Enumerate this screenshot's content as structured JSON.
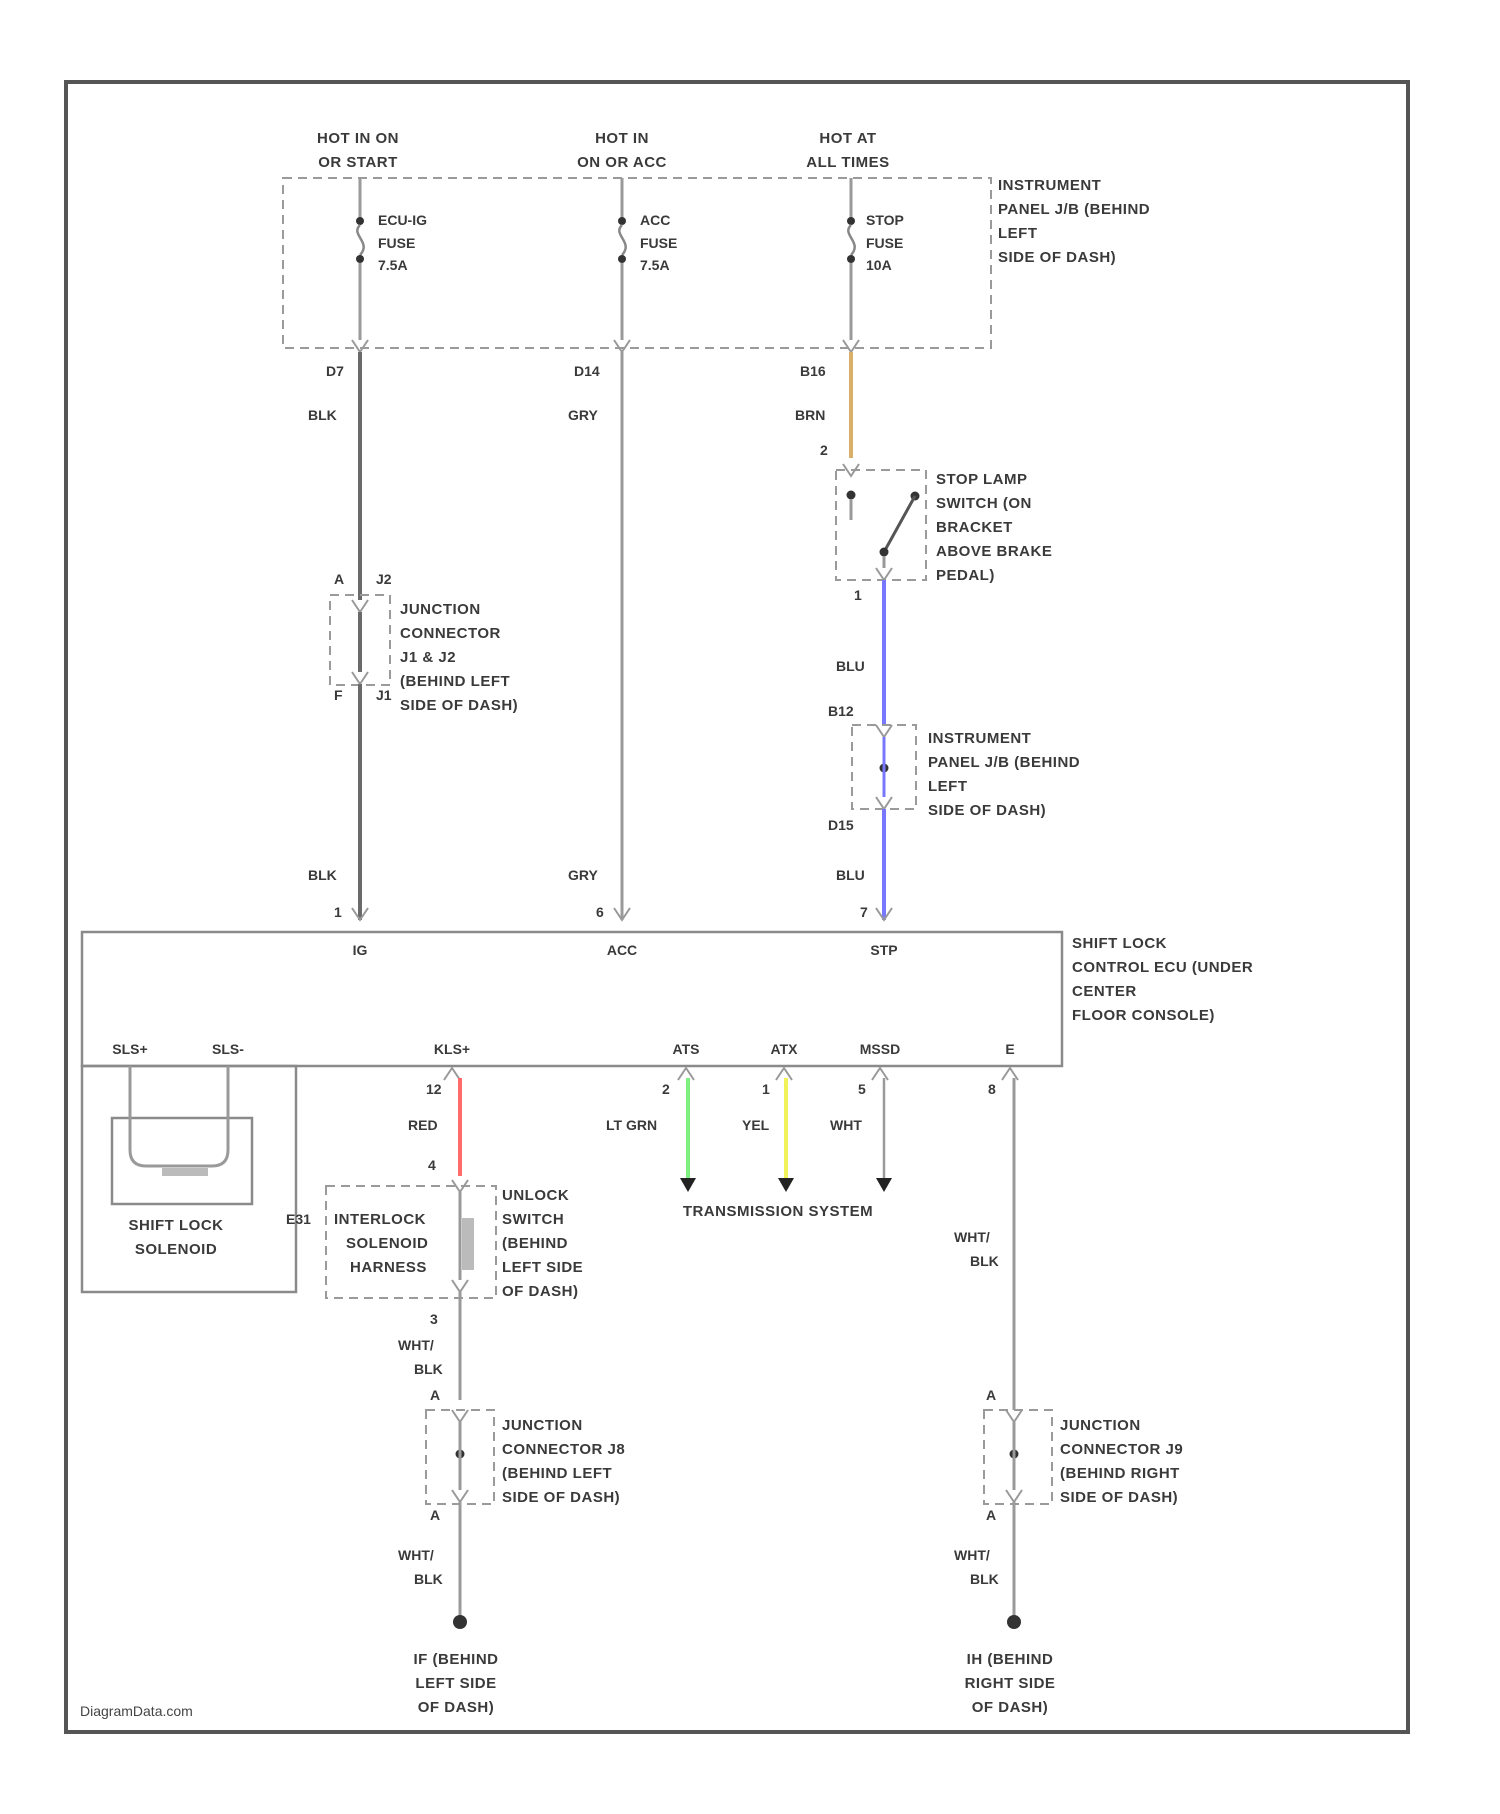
{
  "diagram": {
    "sources": [
      {
        "hot": "HOT IN ON",
        "hot2": "OR START",
        "fuse": "ECU-IG",
        "fuse2": "FUSE",
        "fuse3": "7.5A",
        "pin": "D7",
        "wire": "BLK"
      },
      {
        "hot": "HOT IN",
        "hot2": "ON OR ACC",
        "fuse": "ACC",
        "fuse2": "FUSE",
        "fuse3": "7.5A",
        "pin": "D14",
        "wire": "GRY"
      },
      {
        "hot": "HOT AT",
        "hot2": "ALL TIMES",
        "fuse": "STOP",
        "fuse2": "FUSE",
        "fuse3": "10A",
        "pin": "B16",
        "wire": "BRN"
      }
    ],
    "instrument_jb": {
      "l1": "INSTRUMENT",
      "l2": "PANEL J/B (BEHIND",
      "l3": "LEFT",
      "l4": "SIDE OF DASH)"
    },
    "stop_lamp": {
      "pin_top": "2",
      "pin_bot": "1",
      "l1": "STOP LAMP",
      "l2": "SWITCH (ON",
      "l3": "BRACKET",
      "l4": "ABOVE BRAKE",
      "l5": "PEDAL)",
      "wire": "BLU"
    },
    "jb2": {
      "pin_top": "B12",
      "pin_bot": "D15",
      "l1": "INSTRUMENT",
      "l2": "PANEL J/B (BEHIND",
      "l3": "LEFT",
      "l4": "SIDE OF DASH)",
      "wire": "BLU"
    },
    "junction1": {
      "pin_top": "A",
      "pin_top2": "J2",
      "pin_bot": "F",
      "pin_bot2": "J1",
      "l1": "JUNCTION",
      "l2": "CONNECTOR",
      "l3": "J1 & J2",
      "l4": "(BEHIND LEFT",
      "l5": "SIDE OF DASH)"
    },
    "ecu_top": {
      "w1": "BLK",
      "p1": "1",
      "n1": "IG",
      "w2": "GRY",
      "p2": "6",
      "n2": "ACC",
      "w3": "BLU",
      "p3": "7",
      "n3": "STP"
    },
    "ecu": {
      "l1": "SHIFT LOCK",
      "l2": "CONTROL ECU (UNDER",
      "l3": "CENTER",
      "l4": "FLOOR CONSOLE)"
    },
    "ecu_bottom": {
      "a": "SLS+",
      "b": "SLS-",
      "c": "KLS+",
      "d": "ATS",
      "e": "ATX",
      "f": "MSSD",
      "g": "E"
    },
    "solenoid": {
      "l1": "SHIFT LOCK",
      "l2": "SOLENOID"
    },
    "kls": {
      "pin": "12",
      "wire": "RED",
      "pin2": "4"
    },
    "trans": {
      "p1": "2",
      "w1": "LT GRN",
      "p2": "1",
      "w2": "YEL",
      "p3": "5",
      "w3": "WHT",
      "label": "TRANSMISSION SYSTEM"
    },
    "e_pin": {
      "pin": "8",
      "w1": "WHT/",
      "w2": "BLK"
    },
    "interlock": {
      "id": "E31",
      "l1": "INTERLOCK",
      "l2": "SOLENOID",
      "l3": "HARNESS",
      "r1": "UNLOCK",
      "r2": "SWITCH",
      "r3": "(BEHIND",
      "r4": "LEFT SIDE",
      "r5": "OF DASH)",
      "pin": "3",
      "w1": "WHT/",
      "w2": "BLK"
    },
    "j8": {
      "pin_top": "A",
      "pin_bot": "A",
      "l1": "JUNCTION",
      "l2": "CONNECTOR J8",
      "l3": "(BEHIND LEFT",
      "l4": "SIDE OF DASH)",
      "w1": "WHT/",
      "w2": "BLK"
    },
    "j9": {
      "pin_top": "A",
      "pin_bot": "A",
      "l1": "JUNCTION",
      "l2": "CONNECTOR J9",
      "l3": "(BEHIND RIGHT",
      "l4": "SIDE OF DASH)",
      "w1": "WHT/",
      "w2": "BLK"
    },
    "ground_left": {
      "l1": "IF (BEHIND",
      "l2": "LEFT SIDE",
      "l3": "OF DASH)"
    },
    "ground_right": {
      "l1": "IH (BEHIND",
      "l2": "RIGHT SIDE",
      "l3": "OF DASH)"
    },
    "watermark": "DiagramData.com",
    "colors": {
      "brn": "#d9b06a",
      "blu": "#7878ff",
      "red": "#ff6a6a",
      "ltgrn": "#7ff07f",
      "yel": "#f2f25a",
      "wire": "#9a9a9a"
    }
  }
}
